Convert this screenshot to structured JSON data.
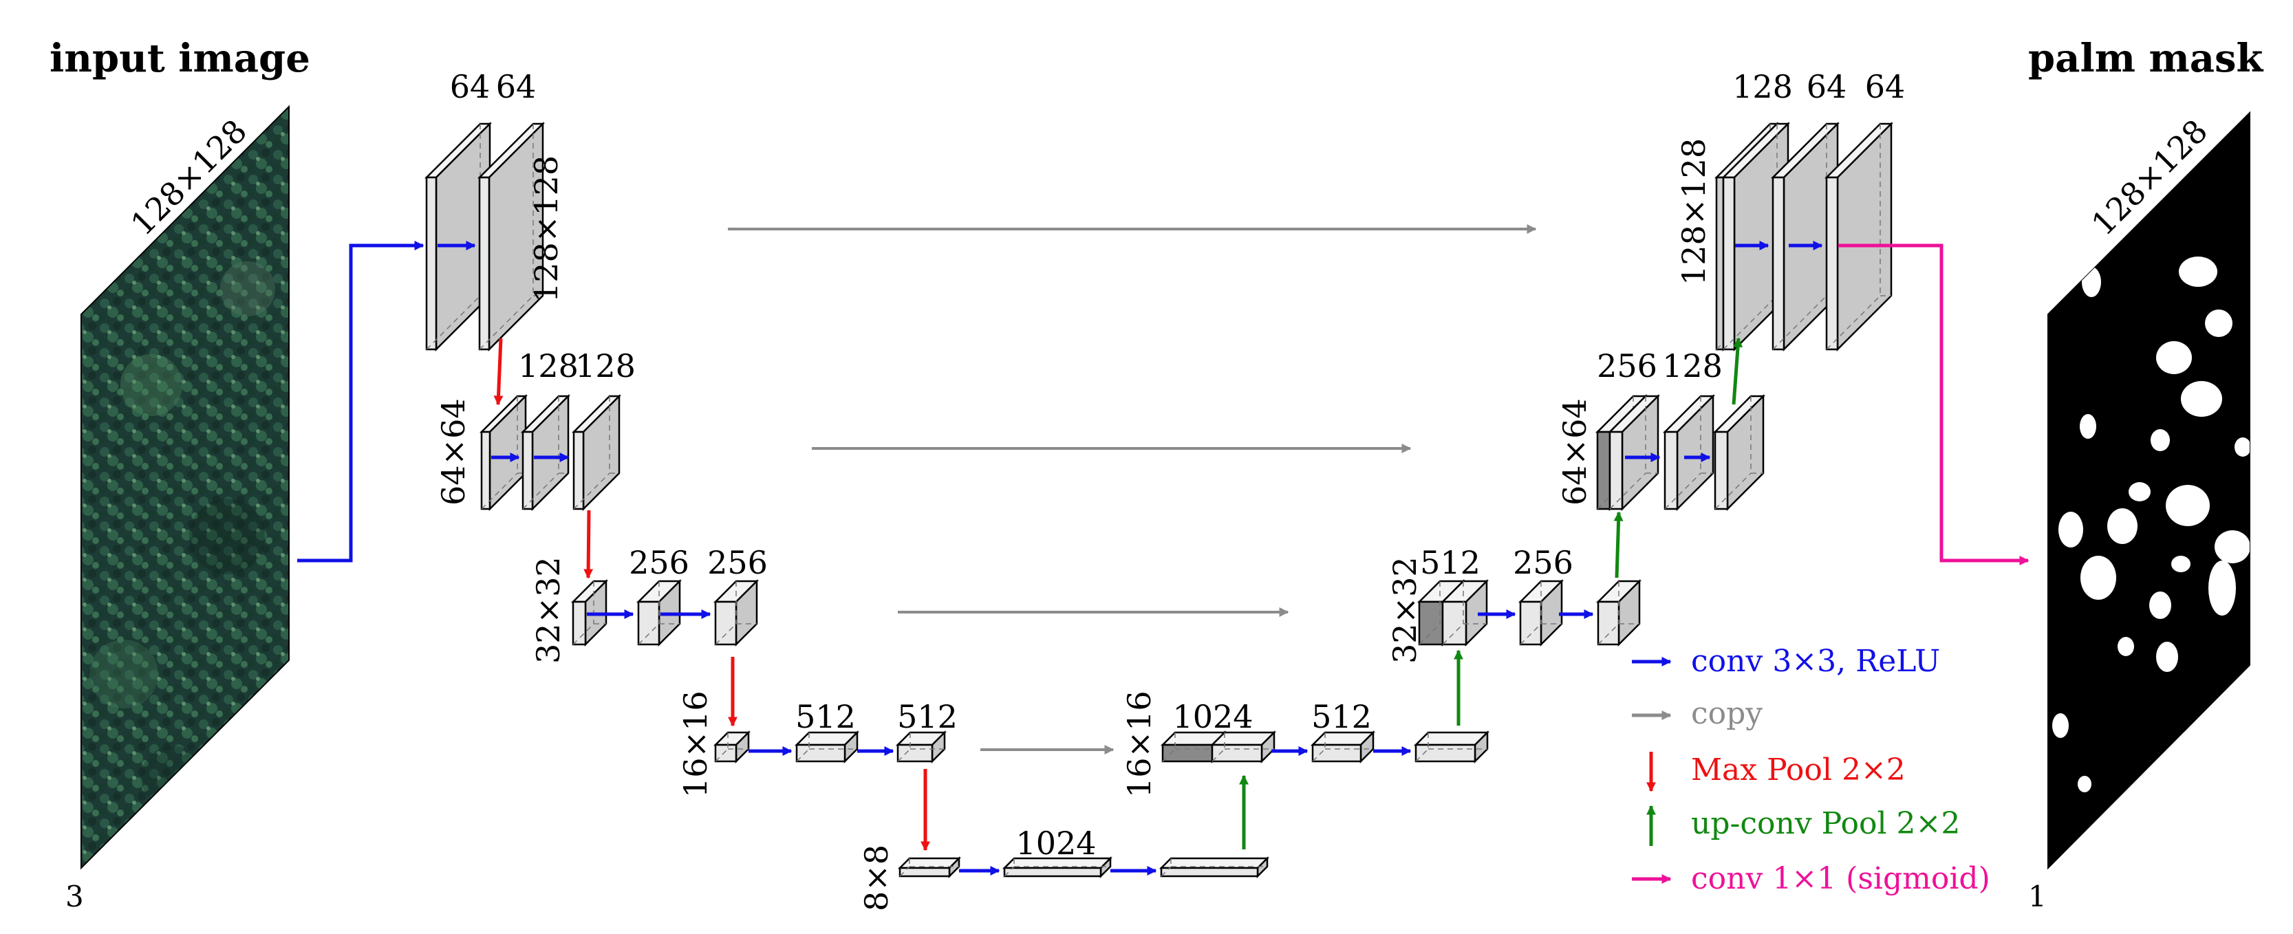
{
  "titles": {
    "input": "input image",
    "output": "palm mask"
  },
  "input_image": {
    "size_label": "128×128",
    "channels": "3"
  },
  "output_mask": {
    "size_label": "128×128",
    "channels": "1"
  },
  "encoder": {
    "level1": {
      "res": "128×128",
      "ch1": "64",
      "ch2": "64"
    },
    "level2": {
      "res": "64×64",
      "ch1": "128",
      "ch2": "128"
    },
    "level3": {
      "res": "32×32",
      "ch1": "256",
      "ch2": "256"
    },
    "level4": {
      "res": "16×16",
      "ch1": "512",
      "ch2": "512"
    },
    "bottom": {
      "res": "8×8",
      "ch": "1024"
    }
  },
  "decoder": {
    "level4": {
      "res": "16×16",
      "ch1": "1024",
      "ch2": "512"
    },
    "level3": {
      "res": "32×32",
      "ch1": "512",
      "ch2": "256"
    },
    "level2": {
      "res": "64×64",
      "ch1": "256",
      "ch2": "128"
    },
    "level1": {
      "res": "128×128",
      "ch1": "128",
      "ch2": "64",
      "ch3": "64"
    }
  },
  "legend": [
    {
      "label": "conv 3×3, ReLU",
      "color": "#1010e8",
      "dir": "right"
    },
    {
      "label": "copy",
      "color": "#8c8c8c",
      "dir": "right"
    },
    {
      "label": "Max Pool 2×2",
      "color": "#ee1111",
      "dir": "down"
    },
    {
      "label": "up-conv Pool 2×2",
      "color": "#118811",
      "dir": "up"
    },
    {
      "label": "conv 1×1 (sigmoid)",
      "color": "#ee1199",
      "dir": "right"
    }
  ],
  "colors": {
    "conv": "#1010e8",
    "copy": "#8c8c8c",
    "pool": "#ee1111",
    "upconv": "#118811",
    "final": "#ee1199",
    "tensor_face": "#e8e8e8",
    "tensor_side": "#c8c8c8",
    "tensor_dark": "#8a8a8a"
  }
}
